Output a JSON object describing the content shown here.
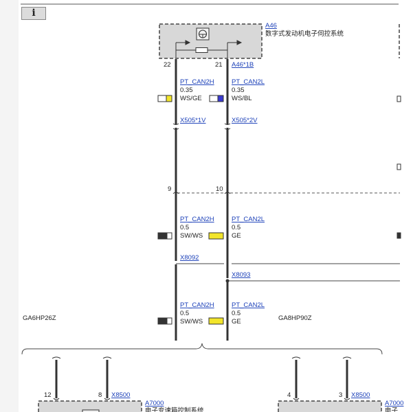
{
  "info_button": {
    "label": "i"
  },
  "top_module": {
    "ref": "A46",
    "name": "数字式发动机电子伺控系统",
    "connector": "A46*1B",
    "pin_left": "22",
    "pin_right": "21"
  },
  "upper_wires": {
    "left": {
      "signal": "PT_CAN2H",
      "size": "0.35",
      "color": "WS/GE",
      "connector": "X505*1V"
    },
    "right": {
      "signal": "PT_CAN2L",
      "size": "0.35",
      "color": "WS/BL",
      "connector": "X505*2V"
    }
  },
  "junction_pins": {
    "left": "9",
    "right": "10"
  },
  "middle_wires": {
    "left": {
      "signal": "PT_CAN2H",
      "size": "0.5",
      "color": "SW/WS",
      "connector": "X8092"
    },
    "right": {
      "signal": "PT_CAN2L",
      "size": "0.5",
      "color": "GE",
      "connector": "X8093"
    }
  },
  "lower_wires": {
    "left": {
      "signal": "PT_CAN2H",
      "size": "0.5",
      "color": "SW/WS"
    },
    "right": {
      "signal": "PT_CAN2L",
      "size": "0.5",
      "color": "GE"
    }
  },
  "variants": {
    "left": "GA6HP26Z",
    "right": "GA8HP90Z"
  },
  "bottom_left_module": {
    "pin_a": "12",
    "pin_b": "8",
    "connector": "X8500",
    "ref": "A7000",
    "name": "电子变速箱控制系统"
  },
  "bottom_right_module": {
    "pin_a": "4",
    "pin_b": "3",
    "connector": "X8500",
    "ref": "A7000",
    "name": "电子"
  },
  "colors": {
    "wire": "#333333",
    "link": "#1a3fb8",
    "module_fill": "#d8d8d8",
    "ws": "#ffffff",
    "ge": "#f2e52a",
    "bl": "#3a3ad0",
    "sw": "#333333"
  }
}
